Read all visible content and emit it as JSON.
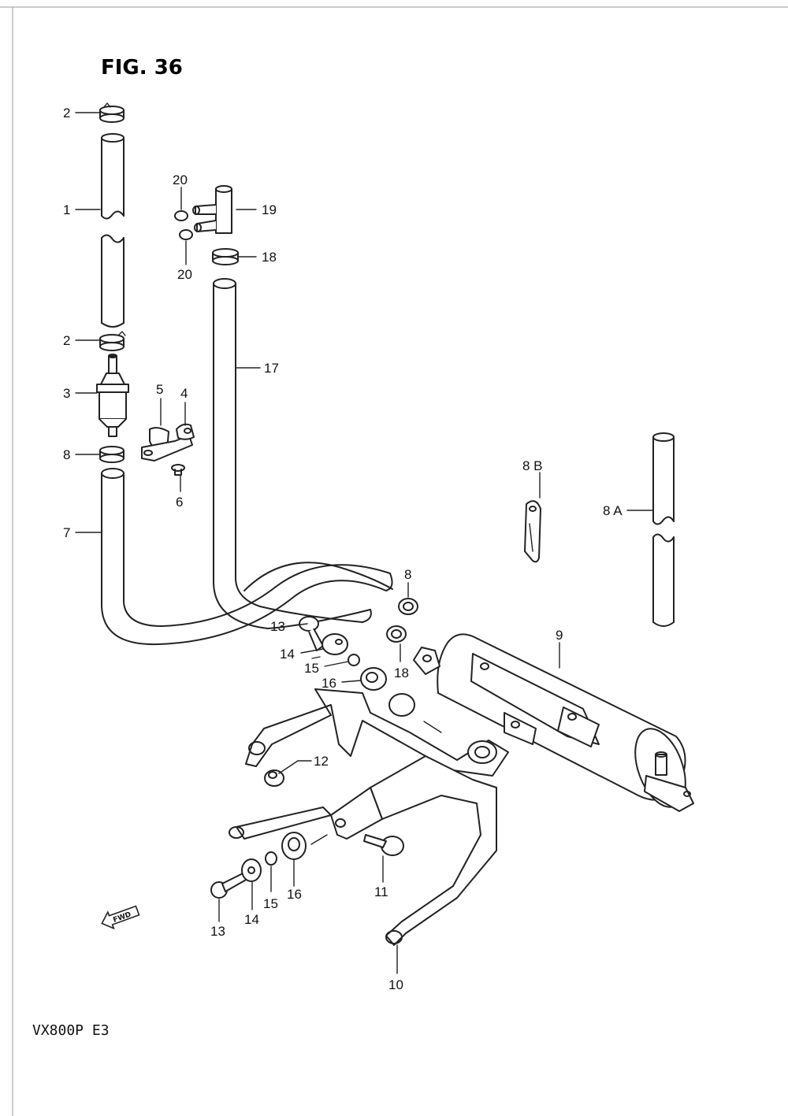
{
  "figure_title": "FIG. 36",
  "model_code": "VX800P  E3",
  "fwd_marker": "FWD",
  "callouts": {
    "c1": "1",
    "c2a": "2",
    "c2b": "2",
    "c3": "3",
    "c4": "4",
    "c5": "5",
    "c6": "6",
    "c7": "7",
    "c8a": "8",
    "c8b": "8",
    "c8A": "8 A",
    "c8B": "8 B",
    "c9": "9",
    "c10": "10",
    "c11": "11",
    "c12": "12",
    "c13a": "13",
    "c13b": "13",
    "c14a": "14",
    "c14b": "14",
    "c15a": "15",
    "c15b": "15",
    "c16a": "16",
    "c16b": "16",
    "c17": "17",
    "c18a": "18",
    "c18b": "18",
    "c19": "19",
    "c20a": "20",
    "c20b": "20"
  }
}
